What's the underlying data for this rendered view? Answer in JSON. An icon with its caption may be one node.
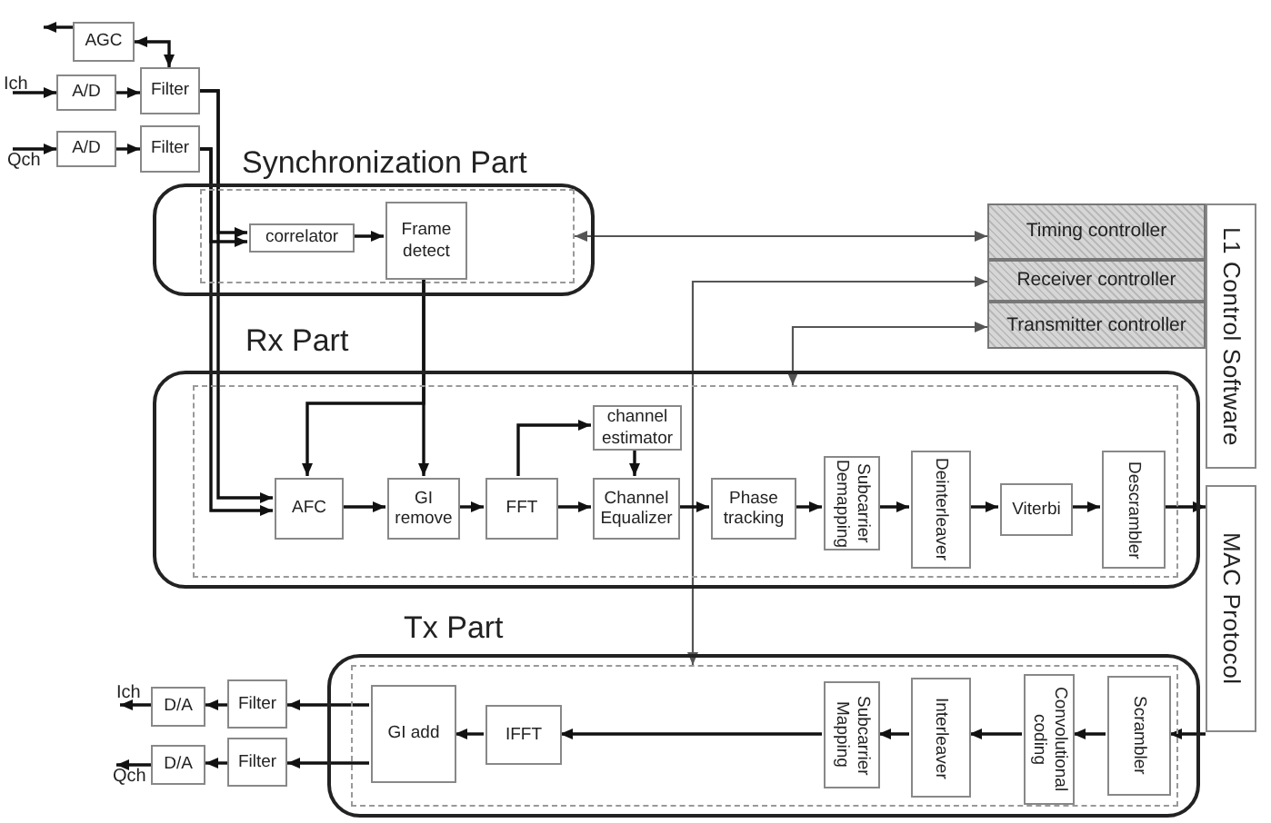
{
  "diagram": {
    "nodes": [
      {
        "text": [
          "AGC"
        ]
      },
      {
        "text": [
          "A/D"
        ]
      },
      {
        "text": [
          "Filter"
        ]
      },
      {
        "text": [
          "A/D"
        ]
      },
      {
        "text": [
          "Filter"
        ]
      },
      {
        "text": [
          "Synchronization Part"
        ]
      },
      {
        "text": [],
        "shape": "box",
        "in": 5
      },
      {
        "text": [
          "correlator"
        ],
        "in": 6
      },
      {
        "text": [
          "Frame detect"
        ],
        "in": 6
      },
      {
        "text": [
          "Timing controller"
        ]
      },
      {
        "text": [
          "Receiver controller"
        ]
      },
      {
        "text": [
          "Transmitter controller"
        ]
      },
      {
        "text": [
          "L1 Control Software"
        ]
      },
      {
        "text": [
          "MAC Protocol"
        ]
      },
      {
        "text": [
          "Rx Part"
        ]
      },
      {
        "text": [],
        "shape": "box",
        "in": 14
      },
      {
        "text": [
          "AFC"
        ],
        "in": 15
      },
      {
        "text": [
          "GI remove"
        ],
        "in": 15
      },
      {
        "text": [
          "FFT"
        ],
        "in": 15
      },
      {
        "text": [
          "channel estimator"
        ],
        "in": 15
      },
      {
        "text": [
          "Channel Equalizer"
        ],
        "in": 15
      },
      {
        "text": [
          "Phase tracking"
        ],
        "in": 15
      },
      {
        "text": [
          "Subcarrier Demapping"
        ],
        "in": 15
      },
      {
        "text": [
          "Deinterleaver"
        ],
        "in": 15
      },
      {
        "text": [
          "Viterbi"
        ],
        "in": 15
      },
      {
        "text": [
          "Descrambler"
        ],
        "in": 15
      },
      {
        "text": [
          "Tx Part"
        ]
      },
      {
        "text": [],
        "shape": "box",
        "in": 26
      },
      {
        "text": [
          "GI add"
        ],
        "in": 27
      },
      {
        "text": [
          "IFFT"
        ],
        "in": 27
      },
      {
        "text": [
          "Subcarrier Mapping"
        ],
        "in": 27
      },
      {
        "text": [
          "Interleaver"
        ],
        "in": 27
      },
      {
        "text": [
          "Convolutional coding"
        ],
        "in": 27
      },
      {
        "text": [
          "Scrambler"
        ],
        "in": 27
      },
      {
        "text": [
          "Filter"
        ]
      },
      {
        "text": [
          "Filter"
        ]
      },
      {
        "text": [
          "D/A"
        ]
      },
      {
        "text": [
          "D/A"
        ]
      },
      {
        "text": [
          "Ich"
        ]
      },
      {
        "text": [
          "Qch"
        ]
      },
      {
        "text": [
          "Ich"
        ]
      },
      {
        "text": [
          "Qch"
        ]
      }
    ],
    "edges": [
      {
        "from": 0,
        "to": null,
        "arrow": "to"
      },
      {
        "from": 2,
        "to": 0,
        "arrow": "both"
      },
      {
        "from": 38,
        "to": 1,
        "arrow": "to"
      },
      {
        "from": 1,
        "to": 2,
        "arrow": "to"
      },
      {
        "from": 39,
        "to": 3,
        "arrow": "to"
      },
      {
        "from": 3,
        "to": 4,
        "arrow": "to"
      },
      {
        "from": 2,
        "to": 7,
        "arrow": "to"
      },
      {
        "from": 2,
        "to": 16,
        "arrow": "to"
      },
      {
        "from": 4,
        "to": 7,
        "arrow": "to"
      },
      {
        "from": 4,
        "to": 16,
        "arrow": "to"
      },
      {
        "from": 7,
        "to": 8,
        "arrow": "to"
      },
      {
        "from": 8,
        "to": 17,
        "arrow": "to"
      },
      {
        "from": 8,
        "to": 16,
        "arrow": "to"
      },
      {
        "from": 6,
        "to": 9,
        "arrow": "both",
        "color": "#555555"
      },
      {
        "from": 10,
        "to": 27,
        "arrow": "both",
        "color": "#555555"
      },
      {
        "from": 11,
        "to": 15,
        "arrow": "both",
        "color": "#555555"
      },
      {
        "from": 16,
        "to": 17,
        "arrow": "to"
      },
      {
        "from": 17,
        "to": 18,
        "arrow": "to"
      },
      {
        "from": 18,
        "to": 20,
        "arrow": "to"
      },
      {
        "from": 20,
        "to": 21,
        "arrow": "to"
      },
      {
        "from": 21,
        "to": 22,
        "arrow": "to"
      },
      {
        "from": 22,
        "to": 23,
        "arrow": "to"
      },
      {
        "from": 23,
        "to": 24,
        "arrow": "to"
      },
      {
        "from": 24,
        "to": 25,
        "arrow": "to"
      },
      {
        "from": 25,
        "to": 13,
        "arrow": "to"
      },
      {
        "from": 18,
        "to": 19,
        "arrow": "to"
      },
      {
        "from": 19,
        "to": 20,
        "arrow": "to"
      },
      {
        "from": 13,
        "to": 33,
        "arrow": "to"
      },
      {
        "from": 33,
        "to": 32,
        "arrow": "to"
      },
      {
        "from": 32,
        "to": 31,
        "arrow": "to"
      },
      {
        "from": 31,
        "to": 30,
        "arrow": "to"
      },
      {
        "from": 30,
        "to": 29,
        "arrow": "to"
      },
      {
        "from": 29,
        "to": 28,
        "arrow": "to"
      },
      {
        "from": 28,
        "to": 34,
        "arrow": "to"
      },
      {
        "from": 28,
        "to": 35,
        "arrow": "to"
      },
      {
        "from": 34,
        "to": 36,
        "arrow": "to"
      },
      {
        "from": 35,
        "to": 37,
        "arrow": "to"
      },
      {
        "from": 36,
        "to": 40,
        "arrow": "to"
      },
      {
        "from": 37,
        "to": 41,
        "arrow": "to"
      }
    ]
  }
}
